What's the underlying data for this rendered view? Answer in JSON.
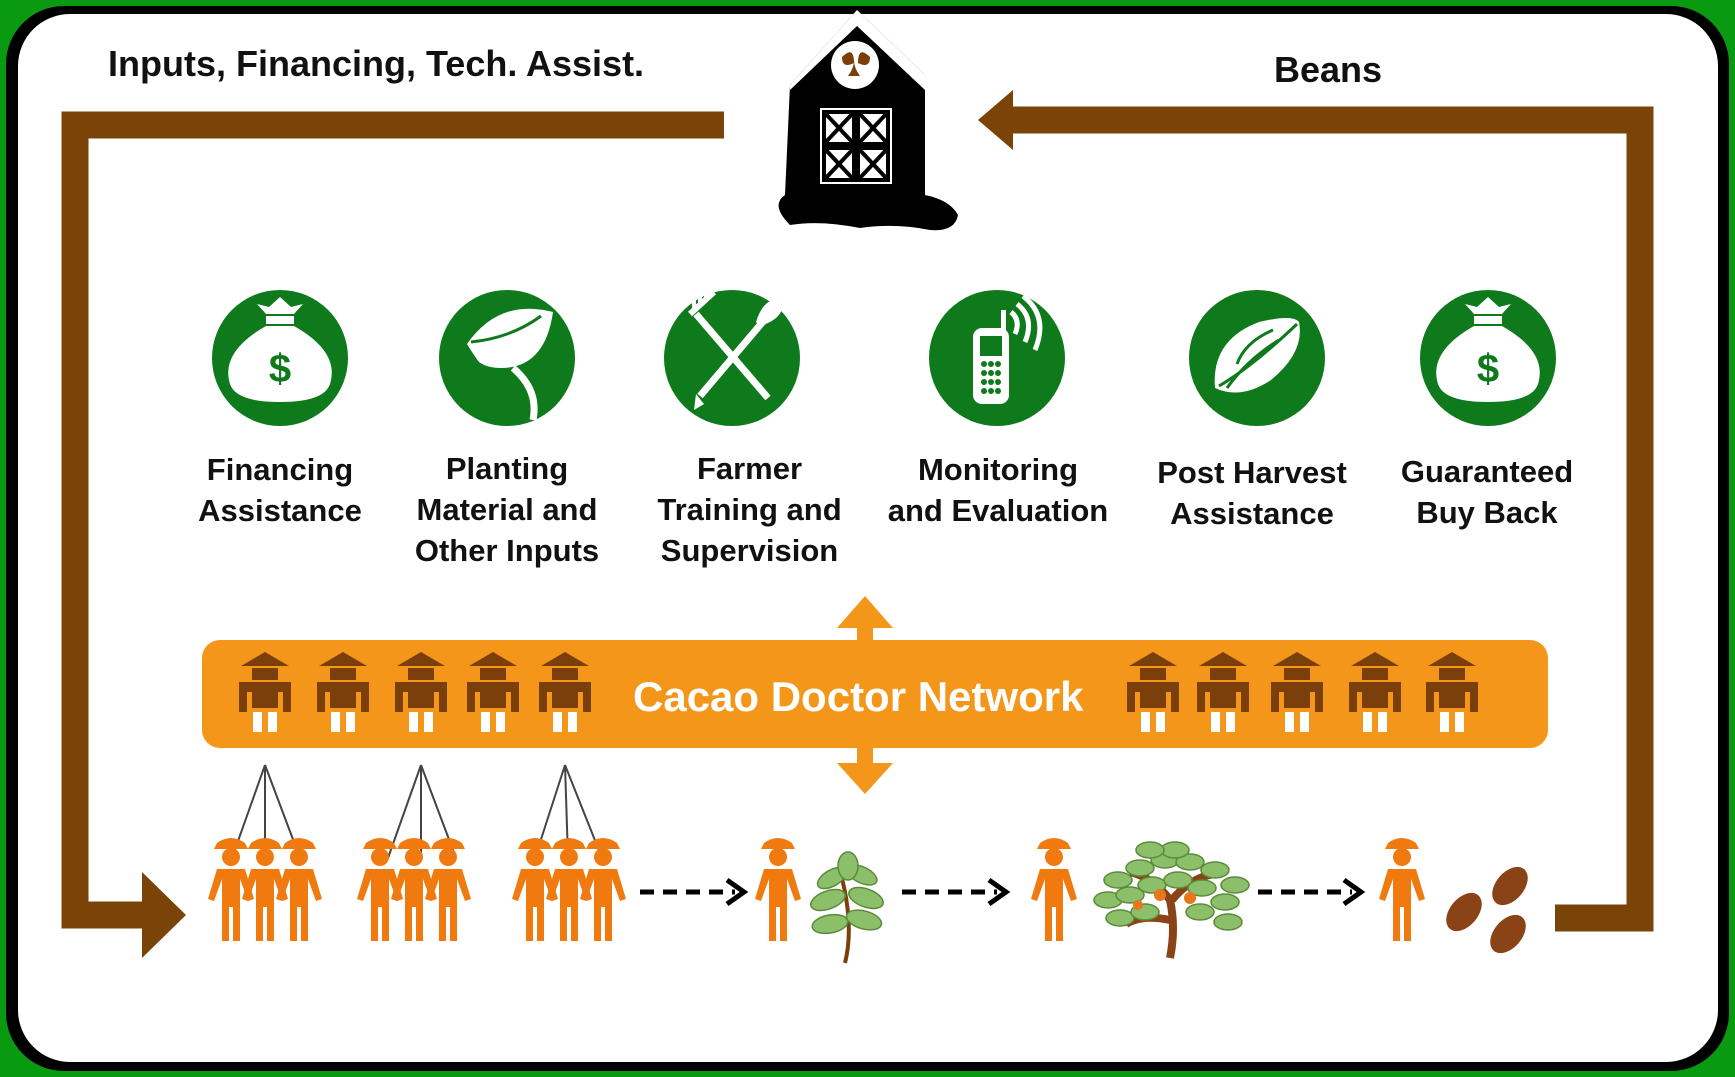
{
  "flow": {
    "left_label": "Inputs, Financing, Tech. Assist.",
    "right_label": "Beans"
  },
  "services": [
    {
      "icon": "money-bag-icon",
      "label": "Financing\nAssistance"
    },
    {
      "icon": "leaf-icon",
      "label": "Planting\nMaterial and\nOther Inputs"
    },
    {
      "icon": "fork-shovel-icon",
      "label": "Farmer\nTraining and\nSupervision"
    },
    {
      "icon": "mobile-phone-icon",
      "label": "Monitoring\nand Evaluation"
    },
    {
      "icon": "cacao-pod-icon",
      "label": "Post Harvest\nAssistance"
    },
    {
      "icon": "money-bag-icon",
      "label": "Guaranteed\nBuy Back"
    }
  ],
  "network": {
    "title": "Cacao Doctor Network"
  },
  "colors": {
    "background": "#0a9a12",
    "brown": "#7a4408",
    "icon_green": "#0e7a1c",
    "orange": "#f49619",
    "farmer_orange": "#f07a10",
    "doctor_brown": "#7a3f0a",
    "leaf_green": "#8cbf6a",
    "bean_brown": "#8a4316"
  }
}
